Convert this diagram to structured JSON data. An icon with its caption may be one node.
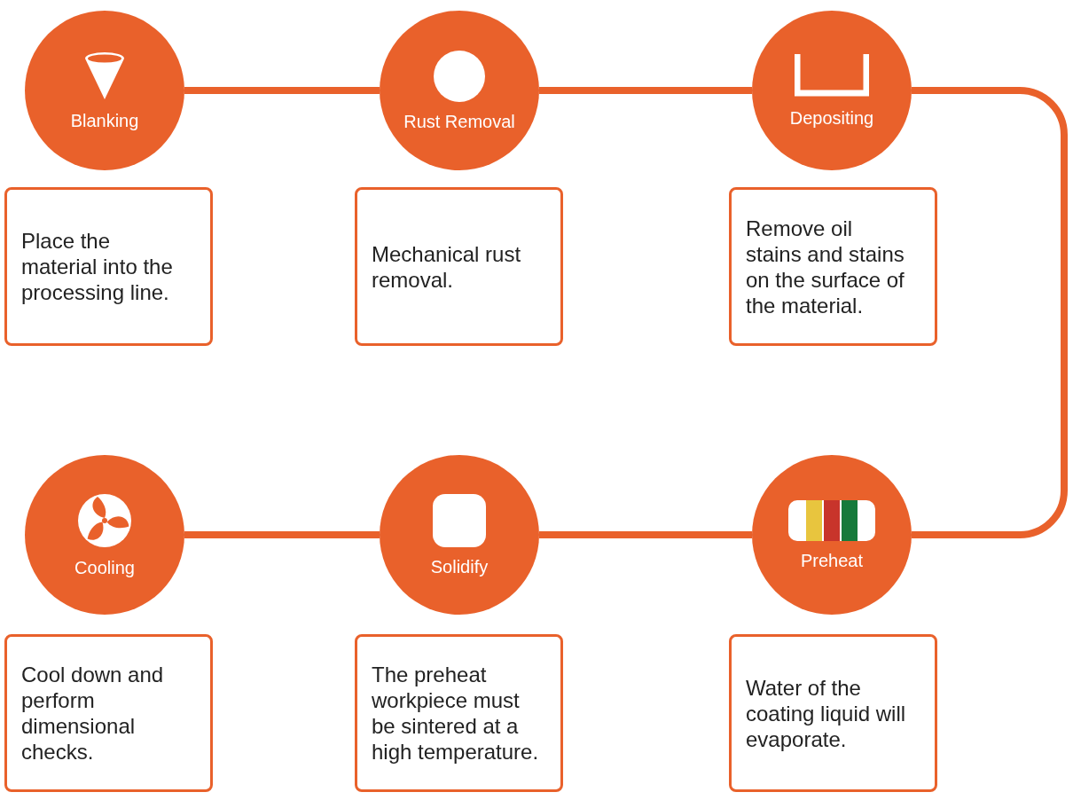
{
  "diagram": {
    "nodes": [
      {
        "text": [
          "Blanking"
        ]
      },
      {
        "text": [
          "Place the material into the processing line."
        ]
      },
      {
        "text": [
          "Rust Removal"
        ]
      },
      {
        "text": [
          "Mechanical rust removal."
        ]
      },
      {
        "text": [
          "Depositing"
        ]
      },
      {
        "text": [
          "Remove oil stains and stains on the surface of the material."
        ]
      },
      {
        "text": [
          "Cooling"
        ]
      },
      {
        "text": [
          "Cool down and perform dimensional checks."
        ]
      },
      {
        "text": [
          "Solidify"
        ]
      },
      {
        "text": [
          "The preheat workpiece must be sintered at a high temperature."
        ]
      },
      {
        "text": [
          "Preheat"
        ]
      },
      {
        "text": [
          "Water of the coating liquid will evaporate."
        ]
      }
    ],
    "edges": [
      {
        "from": 0,
        "to": 2,
        "arrow": "none"
      },
      {
        "from": 2,
        "to": 4,
        "arrow": "none"
      },
      {
        "from": 4,
        "to": 10,
        "arrow": "none"
      },
      {
        "from": 10,
        "to": 8,
        "arrow": "none"
      },
      {
        "from": 8,
        "to": 6,
        "arrow": "none"
      }
    ]
  }
}
